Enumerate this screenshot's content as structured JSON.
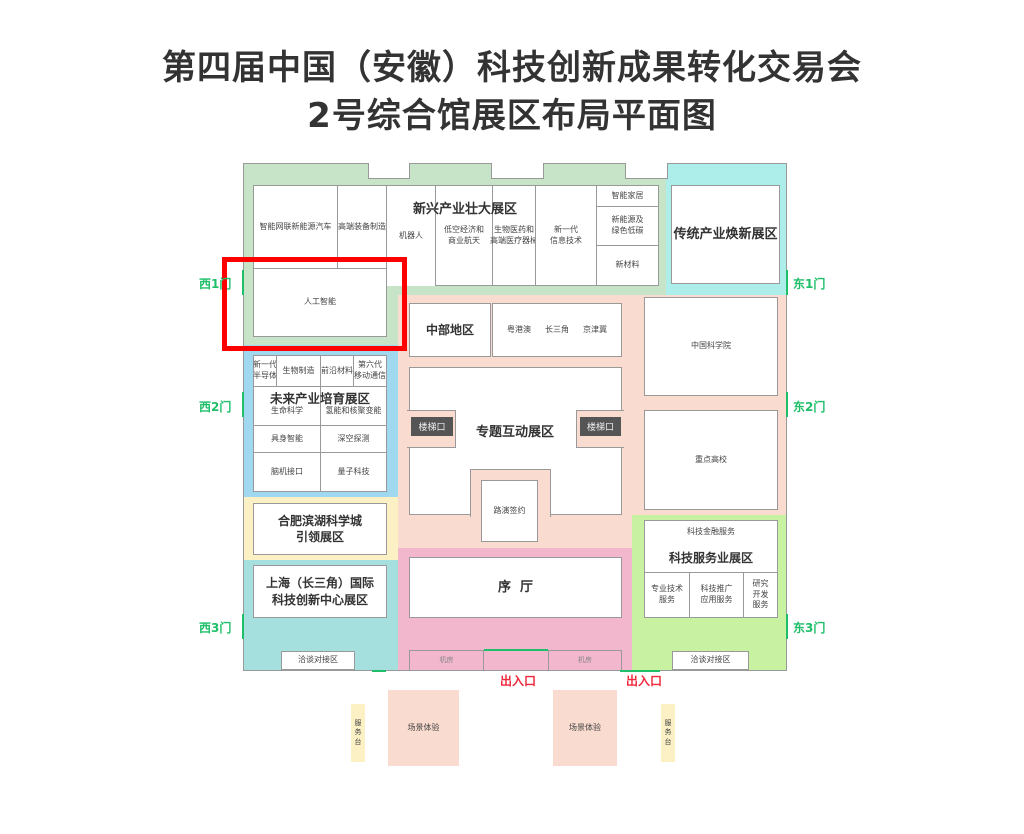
{
  "title": {
    "line1": "第四届中国（安徽）科技创新成果转化交易会",
    "line2": "2号综合馆展区布局平面图"
  },
  "colors": {
    "emerging": "#c8e4c8",
    "traditional": "#aeeeea",
    "topic": "#fadbd0",
    "future": "#a0d8f0",
    "hefei": "#fbf1c4",
    "shanghai": "#a6e0de",
    "hall": "#f2b6cd",
    "service": "#c8f2a2",
    "door": "#1fbf6a",
    "exit": "#f0283c",
    "highlight": "#ff0000"
  },
  "emerging": {
    "title": "新兴产业壮大展区",
    "cells": [
      "智能网联新能源汽车",
      "高端装备制造",
      "机器人",
      "低空经济和\n商业航天",
      "生物医药和\n高端医疗器械",
      "新一代\n信息技术",
      "智能家居",
      "新能源及\n绿色低碳",
      "新材料",
      "人工智能"
    ]
  },
  "traditional": {
    "title": "传统产业焕新展区"
  },
  "future": {
    "title": "未来产业培育展区",
    "cells": [
      "新一代\n半导体",
      "生物制造",
      "前沿材料",
      "第六代\n移动通信",
      "生命科学",
      "氢能和核聚变能",
      "具身智能",
      "深空探测",
      "脑机接口",
      "量子科技"
    ]
  },
  "hefei": {
    "title": "合肥滨湖科学城\n引领展区"
  },
  "shanghai": {
    "title": "上海（长三角）国际\n科技创新中心展区",
    "meeting": "洽谈对接区"
  },
  "topic": {
    "title": "专题互动展区",
    "regions": [
      "中部地区",
      "粤港澳",
      "长三角",
      "京津冀"
    ],
    "stairs": [
      "楼梯口",
      "楼梯口"
    ],
    "roadshow": "路演签约",
    "cas": "中国科学院",
    "univ": "重点高校"
  },
  "hall": {
    "title": "序  厅",
    "machine": [
      "机房",
      "机房"
    ]
  },
  "service": {
    "title": "科技服务业展区",
    "finance": "科技金融服务",
    "cells": [
      "专业技术\n服务",
      "科技推广\n应用服务",
      "研究\n开发\n服务"
    ],
    "meeting": "洽谈对接区"
  },
  "outside": {
    "scene": [
      "场景体验",
      "场景体验"
    ],
    "desk": [
      "服\n务\n台",
      "服\n务\n台"
    ]
  },
  "doors": {
    "w1": "西1门",
    "w2": "西2门",
    "w3": "西3门",
    "e1": "东1门",
    "e2": "东2门",
    "e3": "东3门"
  },
  "exits": [
    "出入口",
    "出入口"
  ]
}
